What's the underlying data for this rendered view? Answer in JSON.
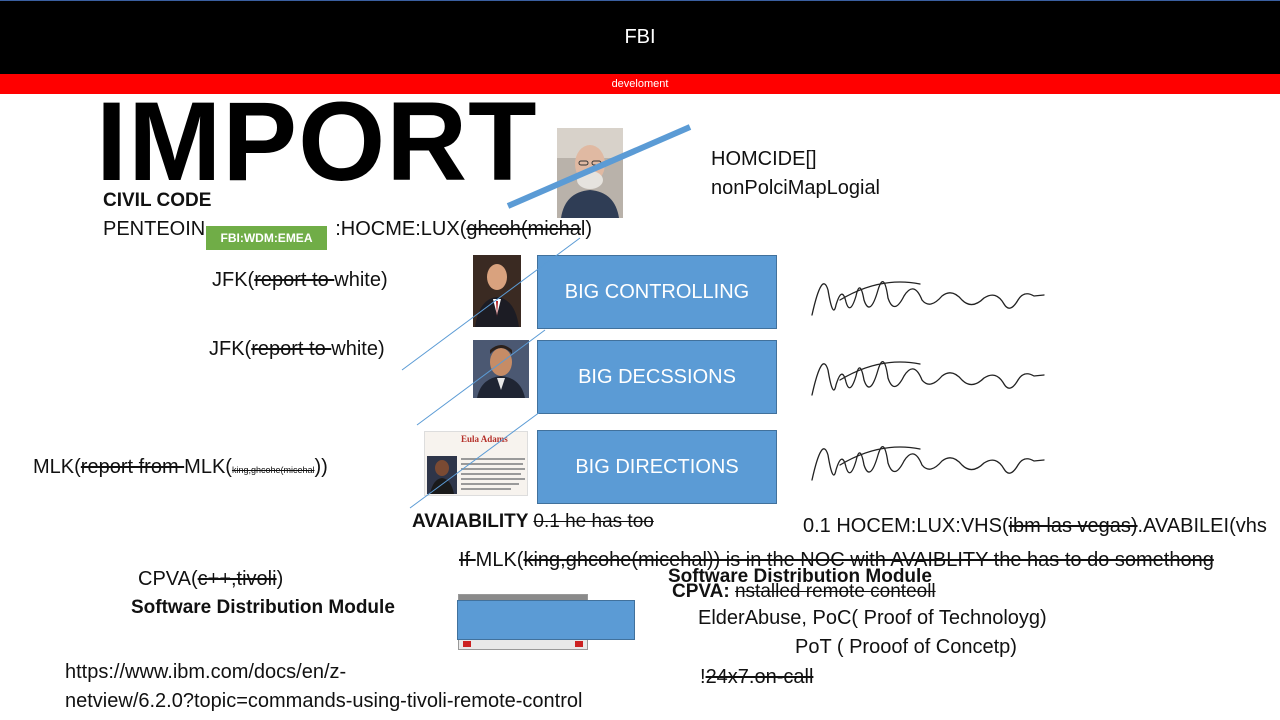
{
  "header": {
    "title": "FBI",
    "subtitle": "develoment"
  },
  "headline": "IMPORT",
  "civil_code": "CIVIL CODE",
  "penteoin_line": {
    "prefix": "PENTEOIN",
    "middle": ":HOCME:LUX(",
    "struck": "ghcoh(micha",
    "suffix": "l)"
  },
  "badge": "FBI:WDM:EMEA",
  "homcide": "HOMCIDE[]",
  "non_polci": "nonPolciMapLogial",
  "jfk1": {
    "prefix": "JFK(",
    "struck": "report to ",
    "suffix": "white)"
  },
  "jfk2": {
    "prefix": "JFK(",
    "struck": "report to ",
    "suffix": "white)"
  },
  "mlk": {
    "prefix": "MLK(",
    "struck": "report from ",
    "mid": "MLK(",
    "small": "king,ghcohe(micehal",
    "suffix": "))"
  },
  "boxes": [
    "BIG CONTROLLING",
    "BIG DECSSIONS",
    "BIG DIRECTIONS"
  ],
  "profile_card": {
    "name": "Eula Adams"
  },
  "availability": {
    "label": "AVAIABILITY ",
    "struck": "0.1 he has too"
  },
  "hocem_line": {
    "prefix": "0.1 HOCEM:LUX:VHS(",
    "struck": "ibm las vegas)",
    "suffix": ".AVABILEI(vhs"
  },
  "if_line": {
    "struck_if": "If ",
    "prefix": "MLK(",
    "struck": "king,ghcohe(micehal)) is in the NOC with AVAIBLITY  the has to do somethong"
  },
  "cpva_left": {
    "prefix": "CPVA(",
    "struck": "c++,tivoli",
    "suffix": ")"
  },
  "sdm_left": "Software Distribution Module",
  "sdm_right": "Software Distribution Module",
  "cpva_right": {
    "label": "CPVA: ",
    "struck": "nstalled remote conteoll"
  },
  "elder": "ElderAbuse, PoC( Proof of Technoloyg)",
  "pot": "PoT ( Prooof of Concetp)",
  "oncall": {
    "prefix": "!",
    "struck": "24x7.on-call"
  },
  "url_line1": "https://www.ibm.com/docs/en/z-",
  "url_line2": "netview/6.2.0?topic=commands-using-tivoli-remote-control",
  "colors": {
    "accent_blue": "#5b9bd5",
    "header_bg": "#000000",
    "red_bar": "#ff0000",
    "badge_green": "#70ad47"
  }
}
